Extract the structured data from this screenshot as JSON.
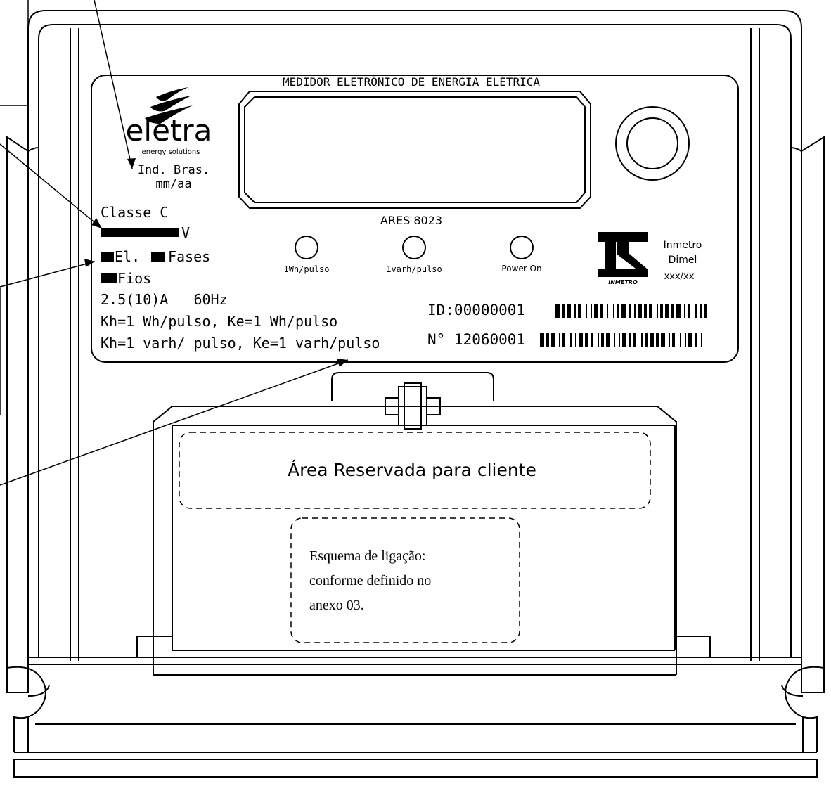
{
  "plate": {
    "title": "MEDIDOR ELETRÔNICO DE ENERGIA ELÉTRICA",
    "brand_logo": "eletra",
    "brand_tagline": "energy solutions",
    "origin": "Ind. Bras.",
    "date": "mm/aa",
    "class": "Classe C",
    "voltage_unit": "V",
    "elements": "El.",
    "phases": "Fases",
    "wires": "Fios",
    "rating": "2.5(10)A   60Hz",
    "constants_active": "Kh=1 Wh/pulso, Ke=1 Wh/pulso",
    "constants_reactive": "Kh=1 varh/ pulso, Ke=1 varh/pulso",
    "model": "ARES 8023",
    "leds": [
      {
        "label": "1Wh/pulso"
      },
      {
        "label": "1varh/pulso"
      },
      {
        "label": "Power On"
      }
    ],
    "inmetro_logo": "INMETRO",
    "inmetro_lines": [
      "Inmetro",
      "Dimel",
      "xxx/xx"
    ],
    "id_label": "ID:00000001",
    "serial_label": "N° 12060001"
  },
  "cover": {
    "customer_area": "Área Reservada para cliente",
    "wiring_lines": [
      "Esquema de ligação:",
      "conforme definido no",
      "anexo 03."
    ]
  },
  "icons": {
    "brand": "eletra-wave-icon",
    "optical_port": "optical-port-icon",
    "inmetro": "inmetro-n-icon",
    "seal": "seal-icon"
  },
  "colors": {
    "line": "#000000",
    "background": "#ffffff"
  }
}
